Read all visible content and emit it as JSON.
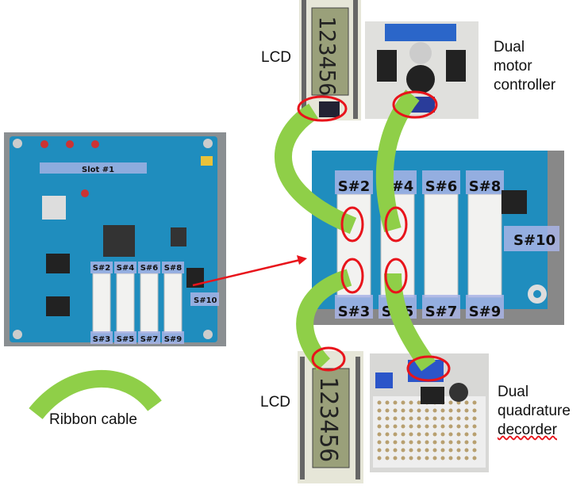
{
  "labels": {
    "lcd_top": "LCD",
    "motor_controller": [
      "Dual",
      "motor",
      "controller"
    ],
    "lcd_bottom": "LCD",
    "quadrature": [
      "Dual",
      "quadrature",
      "decorder"
    ],
    "ribbon_cable": "Ribbon cable"
  },
  "board_small": {
    "slot1": "Slot #1",
    "slots_top": [
      "S#2",
      "S#4",
      "S#6",
      "S#8"
    ],
    "slots_bottom": [
      "S#3",
      "S#5",
      "S#7",
      "S#9"
    ],
    "slot10": "S#10"
  },
  "board_zoom": {
    "slots_top": [
      "S#2",
      "S#4",
      "S#6",
      "S#8"
    ],
    "slots_bottom": [
      "S#3",
      "S#5",
      "S#7",
      "S#9"
    ],
    "slot10": "S#10"
  },
  "lcd_digits": "123456",
  "colors": {
    "cable": "#8fcf48",
    "highlight": "#e8141b",
    "pcb": "#1e8ec0",
    "arrow": "#e8141b"
  }
}
